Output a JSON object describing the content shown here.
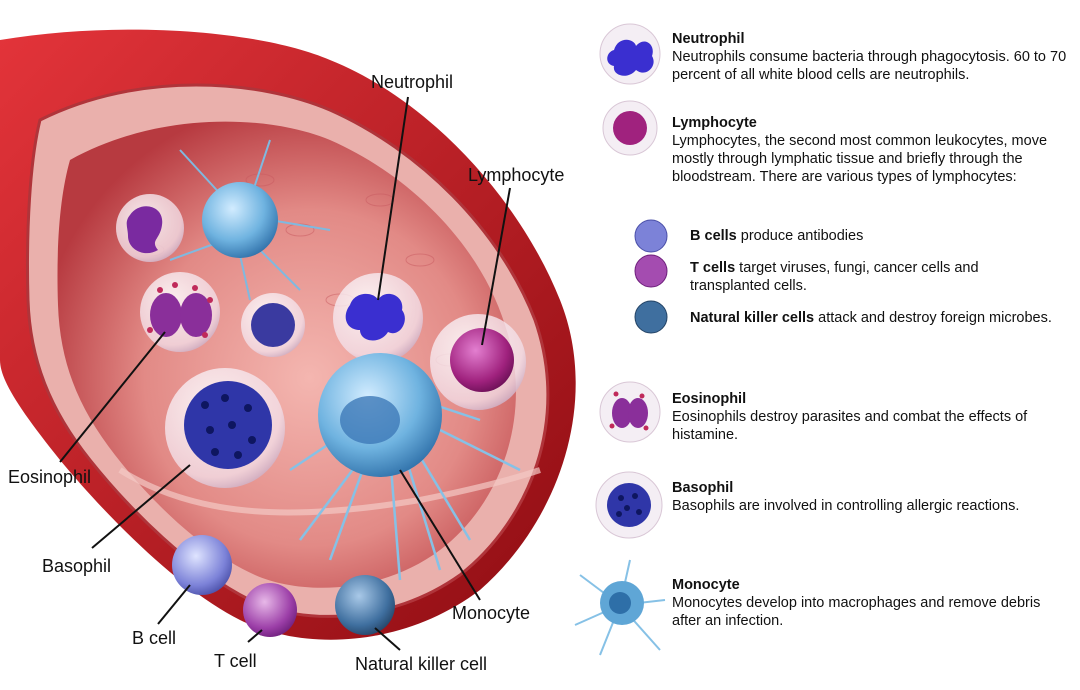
{
  "callouts": {
    "neutrophil": "Neutrophil",
    "lymphocyte": "Lymphocyte",
    "eosinophil": "Eosinophil",
    "basophil": "Basophil",
    "b_cell": "B cell",
    "t_cell": "T cell",
    "natural_killer_cell": "Natural killer cell",
    "monocyte": "Monocyte"
  },
  "legend": {
    "neutrophil": {
      "title": "Neutrophil",
      "description": "Neutrophils consume bacteria through phagocytosis. 60 to 70 percent of all white blood cells are neutrophils."
    },
    "lymphocyte": {
      "title": "Lymphocyte",
      "description": "Lymphocytes, the second most common leukocytes, move mostly through lymphatic tissue and briefly through the bloodstream. There are various types of lymphocytes:"
    },
    "b_cells": {
      "title": "B cells",
      "description": " produce antibodies"
    },
    "t_cells": {
      "title": "T cells",
      "description": " target viruses, fungi, cancer cells and transplanted cells."
    },
    "nk_cells": {
      "title": "Natural killer cells",
      "description": " attack and destroy foreign microbes."
    },
    "eosinophil": {
      "title": "Eosinophil",
      "description": "Eosinophils destroy parasites and combat the effects of histamine."
    },
    "basophil": {
      "title": "Basophil",
      "description": "Basophils are involved in controlling allergic reactions."
    },
    "monocyte": {
      "title": "Monocyte",
      "description": "Monocytes develop into macrophages and remove debris after an infection."
    }
  },
  "colors": {
    "vessel_outer": "#c8141c",
    "vessel_wall": "#e8a0a0",
    "lumen": "#d9646a",
    "neutrophil_nucleus": "#3a2fd0",
    "lymphocyte_nucleus": "#a0227e",
    "basophil_granules": "#2a2a8c",
    "monocyte_body": "#5fa6d6",
    "eosinophil_granules": "#c02a5a"
  }
}
